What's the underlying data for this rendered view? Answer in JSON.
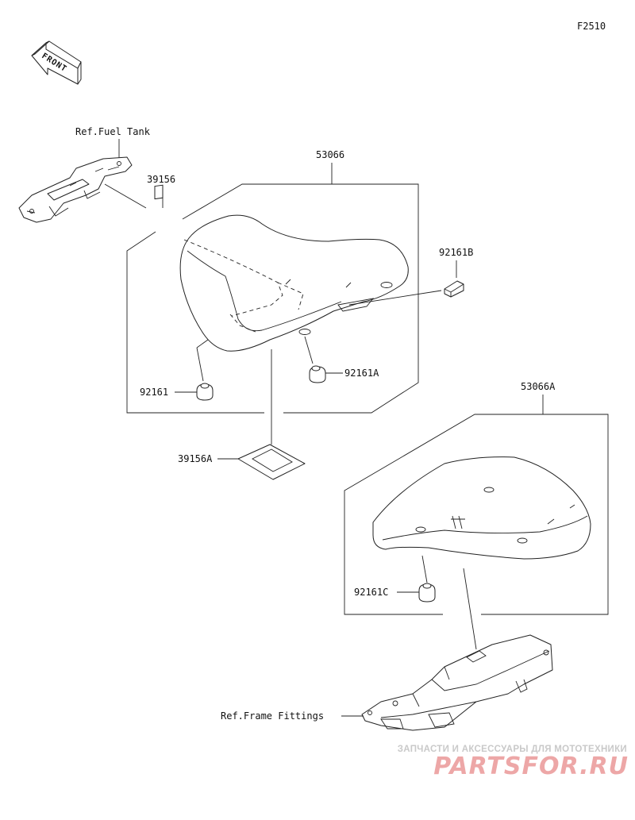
{
  "diagram_code": "F2510",
  "front_arrow_label": "FRONT",
  "labels": {
    "ref_fuel_tank": "Ref.Fuel Tank",
    "p39156": "39156",
    "p53066": "53066",
    "p92161B": "92161B",
    "p92161A": "92161A",
    "p92161": "92161",
    "p39156A": "39156A",
    "p53066A": "53066A",
    "p92161C": "92161C",
    "ref_frame_fittings": "Ref.Frame Fittings"
  },
  "watermark": {
    "tagline": "ЗАПЧАСТИ И АКСЕССУАРЫ ДЛЯ МОТОТЕХНИКИ",
    "logo": "PARTSFOR.RU",
    "colors": {
      "tagline": "#c9c9c9",
      "logo": "#e06060"
    }
  }
}
